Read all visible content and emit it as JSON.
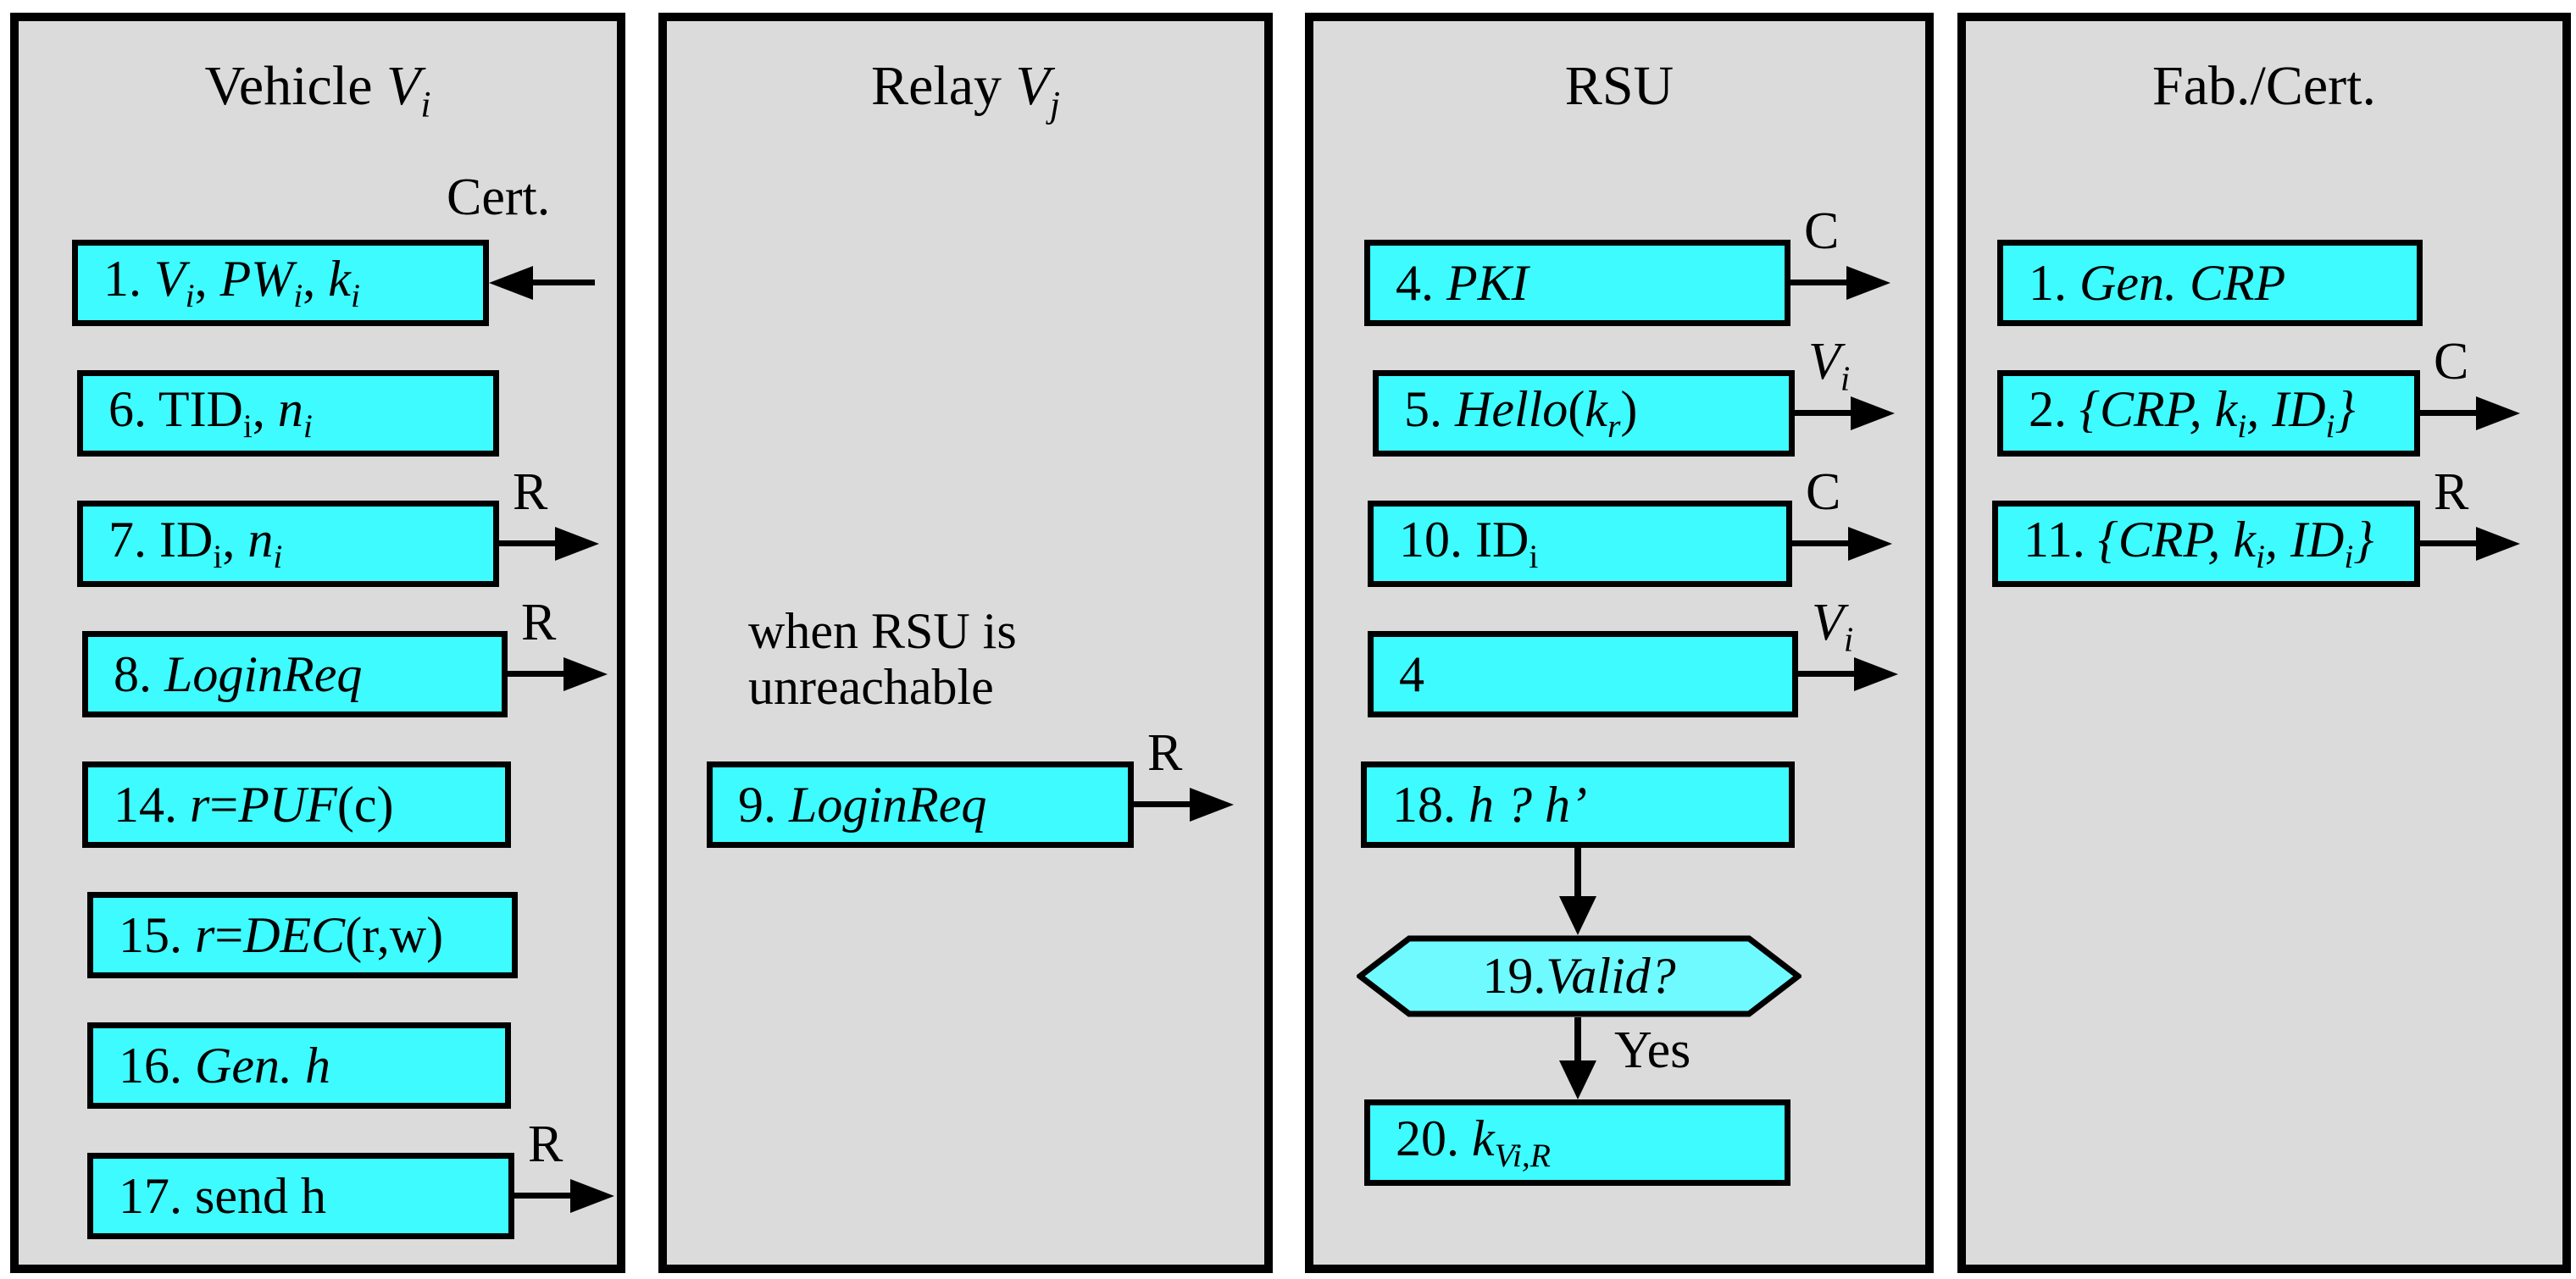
{
  "colors": {
    "page_bg": "#ffffff",
    "panel_bg": "#dbdbdb",
    "box_fill": "#3dfbff",
    "hex_fill": "#6ffaff",
    "line": "#000000"
  },
  "panels": [
    {
      "id": "vehicle",
      "title": [
        [
          "r",
          "Vehicle "
        ],
        [
          "i",
          "V"
        ],
        [
          "is",
          "i"
        ]
      ],
      "note": null,
      "boxes": [
        {
          "id": "v1",
          "shape": "rect",
          "label": [
            [
              "r",
              "1. "
            ],
            [
              "i",
              "V"
            ],
            [
              "is",
              "i"
            ],
            [
              "r",
              ", "
            ],
            [
              "i",
              "PW"
            ],
            [
              "is",
              "i"
            ],
            [
              "r",
              ", "
            ],
            [
              "i",
              "k"
            ],
            [
              "is",
              "i"
            ]
          ],
          "arrow": {
            "type": "in-left",
            "label": [
              [
                "r",
                "Cert."
              ]
            ]
          }
        },
        {
          "id": "v6",
          "shape": "rect",
          "label": [
            [
              "r",
              "6. TID"
            ],
            [
              "rs",
              "i"
            ],
            [
              "r",
              ", "
            ],
            [
              "i",
              "n"
            ],
            [
              "is",
              "i"
            ]
          ],
          "arrow": null
        },
        {
          "id": "v7",
          "shape": "rect",
          "label": [
            [
              "r",
              "7. ID"
            ],
            [
              "rs",
              "i"
            ],
            [
              "r",
              ", "
            ],
            [
              "i",
              "n"
            ],
            [
              "is",
              "i"
            ]
          ],
          "arrow": {
            "type": "out-right",
            "label": [
              [
                "r",
                "R"
              ]
            ]
          }
        },
        {
          "id": "v8",
          "shape": "rect",
          "label": [
            [
              "r",
              "8. "
            ],
            [
              "i",
              "LoginReq"
            ]
          ],
          "arrow": {
            "type": "out-right",
            "label": [
              [
                "r",
                "R"
              ]
            ]
          }
        },
        {
          "id": "v14",
          "shape": "rect",
          "label": [
            [
              "r",
              "14. "
            ],
            [
              "i",
              "r"
            ],
            [
              "r",
              "="
            ],
            [
              "i",
              "PUF"
            ],
            [
              "r",
              "(c)"
            ]
          ],
          "arrow": null
        },
        {
          "id": "v15",
          "shape": "rect",
          "label": [
            [
              "r",
              "15. "
            ],
            [
              "i",
              "r"
            ],
            [
              "r",
              "="
            ],
            [
              "i",
              "DEC"
            ],
            [
              "r",
              "(r,w)"
            ]
          ],
          "arrow": null
        },
        {
          "id": "v16",
          "shape": "rect",
          "label": [
            [
              "r",
              "16. "
            ],
            [
              "i",
              "Gen. h"
            ]
          ],
          "arrow": null
        },
        {
          "id": "v17",
          "shape": "rect",
          "label": [
            [
              "r",
              "17. send h"
            ]
          ],
          "arrow": {
            "type": "out-right",
            "label": [
              [
                "r",
                "R"
              ]
            ]
          }
        }
      ],
      "connectors": []
    },
    {
      "id": "relay",
      "title": [
        [
          "r",
          "Relay "
        ],
        [
          "i",
          "V"
        ],
        [
          "is",
          "j"
        ]
      ],
      "note": {
        "lines": [
          "when RSU is",
          "unreachable"
        ]
      },
      "boxes": [
        {
          "id": "r9",
          "shape": "rect",
          "label": [
            [
              "r",
              "9. "
            ],
            [
              "i",
              "LoginReq"
            ]
          ],
          "arrow": {
            "type": "out-right",
            "label": [
              [
                "r",
                "R"
              ]
            ]
          }
        }
      ],
      "connectors": []
    },
    {
      "id": "rsu",
      "title": [
        [
          "r",
          "RSU"
        ]
      ],
      "note": null,
      "boxes": [
        {
          "id": "s4",
          "shape": "rect",
          "label": [
            [
              "r",
              "4. "
            ],
            [
              "i",
              "PKI"
            ]
          ],
          "arrow": {
            "type": "out-right",
            "label": [
              [
                "r",
                "C"
              ]
            ]
          }
        },
        {
          "id": "s5",
          "shape": "rect",
          "label": [
            [
              "r",
              "5. "
            ],
            [
              "i",
              "Hello"
            ],
            [
              "r",
              "("
            ],
            [
              "i",
              "k"
            ],
            [
              "is",
              "r"
            ],
            [
              "r",
              ")"
            ]
          ],
          "arrow": {
            "type": "out-right",
            "label": [
              [
                "i",
                "V"
              ],
              [
                "is",
                "i"
              ]
            ]
          }
        },
        {
          "id": "s10",
          "shape": "rect",
          "label": [
            [
              "r",
              "10. ID"
            ],
            [
              "rs",
              "i"
            ]
          ],
          "arrow": {
            "type": "out-right",
            "label": [
              [
                "r",
                "C"
              ]
            ]
          }
        },
        {
          "id": "s4b",
          "shape": "rect",
          "label": [
            [
              "r",
              "4"
            ]
          ],
          "arrow": {
            "type": "out-right",
            "label": [
              [
                "i",
                "V"
              ],
              [
                "is",
                "i"
              ]
            ]
          }
        },
        {
          "id": "s18",
          "shape": "rect",
          "label": [
            [
              "r",
              "18. "
            ],
            [
              "i",
              "h ? h’"
            ]
          ],
          "arrow": null
        },
        {
          "id": "s19",
          "shape": "hex",
          "label": [
            [
              "r",
              "19. "
            ],
            [
              "i",
              "Valid?"
            ]
          ],
          "arrow": null
        },
        {
          "id": "s20",
          "shape": "rect",
          "label": [
            [
              "r",
              "20. "
            ],
            [
              "i",
              "k"
            ],
            [
              "is",
              "Vi,R"
            ]
          ],
          "arrow": null
        }
      ],
      "connectors": [
        {
          "id": "c-18-19",
          "label": null
        },
        {
          "id": "c-19-20",
          "label": [
            [
              "r",
              "Yes"
            ]
          ]
        }
      ]
    },
    {
      "id": "fab",
      "title": [
        [
          "r",
          "Fab./Cert."
        ]
      ],
      "note": null,
      "boxes": [
        {
          "id": "f1",
          "shape": "rect",
          "label": [
            [
              "r",
              "1. "
            ],
            [
              "i",
              "Gen. CRP"
            ]
          ],
          "arrow": null
        },
        {
          "id": "f2",
          "shape": "rect",
          "label": [
            [
              "r",
              "2. "
            ],
            [
              "i",
              "{CRP, k"
            ],
            [
              "is",
              "i"
            ],
            [
              "i",
              ", ID"
            ],
            [
              "is",
              "i"
            ],
            [
              "i",
              "}"
            ]
          ],
          "arrow": {
            "type": "out-right",
            "label": [
              [
                "r",
                "C"
              ]
            ]
          }
        },
        {
          "id": "f11",
          "shape": "rect",
          "label": [
            [
              "r",
              "11. "
            ],
            [
              "i",
              "{CRP, k"
            ],
            [
              "is",
              "i"
            ],
            [
              "i",
              ", ID"
            ],
            [
              "is",
              "i"
            ],
            [
              "i",
              "}"
            ]
          ],
          "arrow": {
            "type": "out-right",
            "label": [
              [
                "r",
                "R"
              ]
            ]
          }
        }
      ],
      "connectors": []
    }
  ]
}
